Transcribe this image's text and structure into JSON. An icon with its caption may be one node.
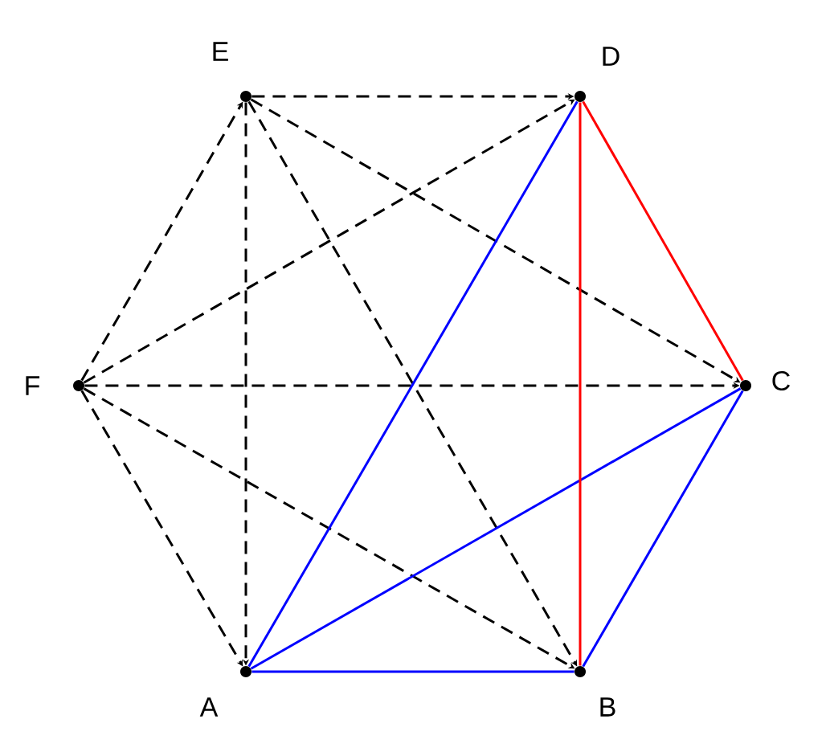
{
  "diagram": {
    "nodes": [
      {
        "text": [],
        "shape": "circle",
        "beside": [
          "E"
        ]
      },
      {
        "text": [],
        "shape": "circle",
        "beside": [
          "D"
        ]
      },
      {
        "text": [],
        "shape": "circle",
        "beside": [
          "F"
        ]
      },
      {
        "text": [],
        "shape": "circle",
        "beside": [
          "C"
        ]
      },
      {
        "text": [],
        "shape": "circle",
        "beside": [
          "A"
        ]
      },
      {
        "text": [],
        "shape": "circle",
        "beside": [
          "B"
        ]
      }
    ],
    "edges": [
      {
        "from": 0,
        "to": 1,
        "arrow": "to",
        "style": "dashed"
      },
      {
        "from": 0,
        "to": 3,
        "arrow": "to",
        "style": "dashed"
      },
      {
        "from": 0,
        "to": 5,
        "arrow": "to",
        "style": "dashed"
      },
      {
        "from": 0,
        "to": 4,
        "arrow": "to",
        "style": "dashed"
      },
      {
        "from": 2,
        "to": 0,
        "arrow": "to",
        "style": "dashed"
      },
      {
        "from": 2,
        "to": 1,
        "arrow": "to",
        "style": "dashed"
      },
      {
        "from": 2,
        "to": 3,
        "arrow": "to",
        "style": "dashed"
      },
      {
        "from": 2,
        "to": 5,
        "arrow": "to",
        "style": "dashed"
      },
      {
        "from": 2,
        "to": 4,
        "arrow": "to",
        "style": "dashed"
      },
      {
        "from": 4,
        "to": 1,
        "arrow": "none",
        "color": "#0000ff"
      },
      {
        "from": 4,
        "to": 3,
        "arrow": "none",
        "color": "#0000ff"
      },
      {
        "from": 4,
        "to": 5,
        "arrow": "none",
        "color": "#0000ff"
      },
      {
        "from": 5,
        "to": 3,
        "arrow": "none",
        "color": "#0000ff"
      },
      {
        "from": 1,
        "to": 5,
        "arrow": "none",
        "color": "#ff0000"
      },
      {
        "from": 1,
        "to": 3,
        "arrow": "none",
        "color": "#ff0000"
      }
    ]
  }
}
